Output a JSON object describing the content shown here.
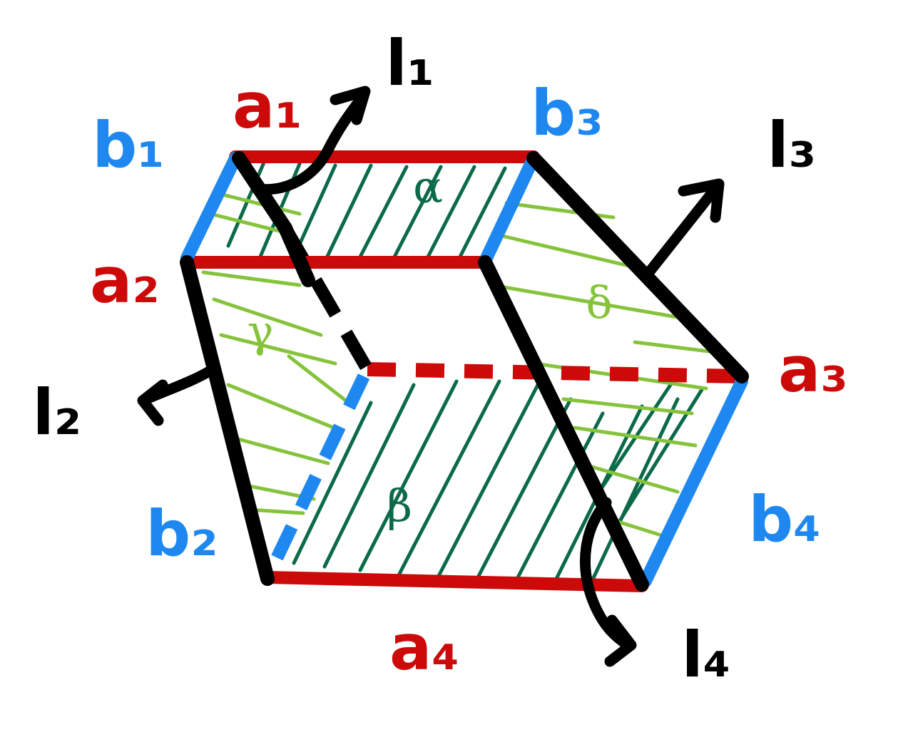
{
  "colors": {
    "red": "#cc0a0a",
    "blue": "#1e88f0",
    "black": "#000000",
    "dark_green": "#0b6a4a",
    "light_green": "#86c33c"
  },
  "labels": {
    "a1": "a₁",
    "a2": "a₂",
    "a3": "a₃",
    "a4": "a₄",
    "b1": "b₁",
    "b2": "b₂",
    "b3": "b₃",
    "b4": "b₄",
    "l1": "l₁",
    "l2": "l₂",
    "l3": "l₃",
    "l4": "l₄",
    "alpha": "α",
    "beta": "β",
    "gamma": "γ",
    "delta": "δ"
  }
}
